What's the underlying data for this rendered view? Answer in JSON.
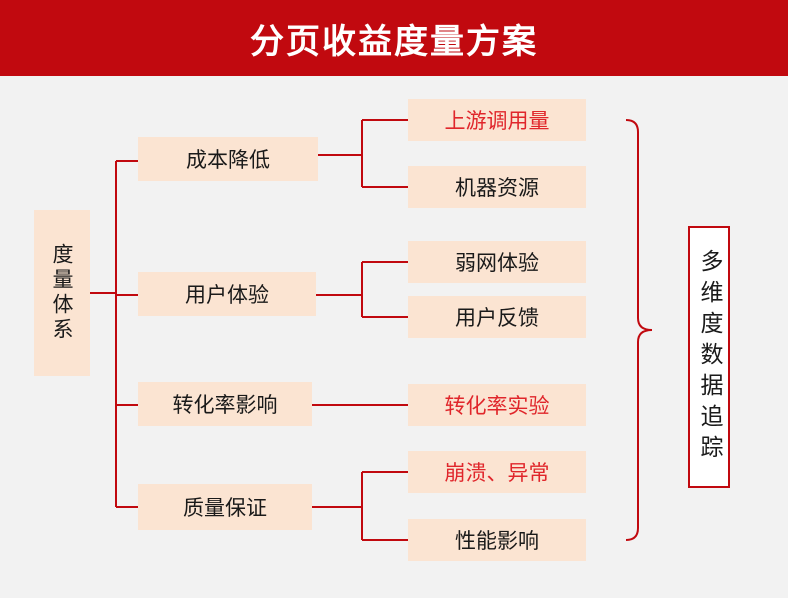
{
  "title": "分页收益度量方案",
  "root": "度量体系",
  "categories": [
    {
      "label": "成本降低",
      "items": [
        {
          "label": "上游调用量",
          "highlight": true
        },
        {
          "label": "机器资源",
          "highlight": false
        }
      ]
    },
    {
      "label": "用户体验",
      "items": [
        {
          "label": "弱网体验",
          "highlight": false
        },
        {
          "label": "用户反馈",
          "highlight": false
        }
      ]
    },
    {
      "label": "转化率影响",
      "items": [
        {
          "label": "转化率实验",
          "highlight": true
        }
      ]
    },
    {
      "label": "质量保证",
      "items": [
        {
          "label": "崩溃、异常",
          "highlight": true
        },
        {
          "label": "性能影响",
          "highlight": false
        }
      ]
    }
  ],
  "side_label": "多维度数据追踪",
  "colors": {
    "accent": "#c1090f",
    "highlight_text": "#e0262b",
    "box_fill": "#fbe4d2"
  }
}
